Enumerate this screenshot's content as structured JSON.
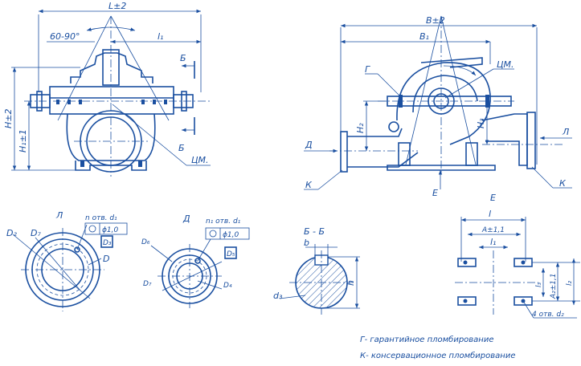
{
  "views": {
    "front": {
      "dim_L": "L±2",
      "dim_l1": "l₁",
      "angle": "60-90°",
      "dim_H": "H±2",
      "dim_H1": "H₁±1",
      "section_mark_1": "Б",
      "section_mark_2": "Б",
      "center_mark": "ЦМ."
    },
    "side": {
      "dim_B": "B±2",
      "dim_B1": "B₁",
      "mark_G": "Г",
      "center_mark": "ЦМ.",
      "dim_H2": "H₂",
      "dim_H3": "H₃",
      "arrow_D": "Д",
      "arrow_L": "Л",
      "arrow_E": "Е",
      "mark_K_left": "К",
      "mark_K_right": "К"
    },
    "flange_L": {
      "title": "Л",
      "D2": "D₂",
      "D7": "D₇",
      "n_holes": "n  отв. d₁",
      "tolerance": "ϕ1,0",
      "D3": "D₃",
      "D": "D"
    },
    "flange_D": {
      "title": "Д",
      "n1_holes": "n₁  отв. d₁",
      "tolerance": "ϕ1,0",
      "D6": "D₆",
      "D5": "D₅",
      "D7": "D₇",
      "D4": "D₄"
    },
    "section_BB": {
      "title": "Б - Б",
      "b": "b",
      "d3": "d₃",
      "h": "h"
    },
    "view_E": {
      "title": "Е",
      "l": "l",
      "A": "A±1,1",
      "l1": "l₁",
      "l3": "l₃",
      "A2": "A₂±1,1",
      "l2": "l₂",
      "holes": "4  отв. d₂"
    }
  },
  "notes": [
    "Г- гарантийное пломбирование",
    "К- консервационное пломбирование"
  ]
}
